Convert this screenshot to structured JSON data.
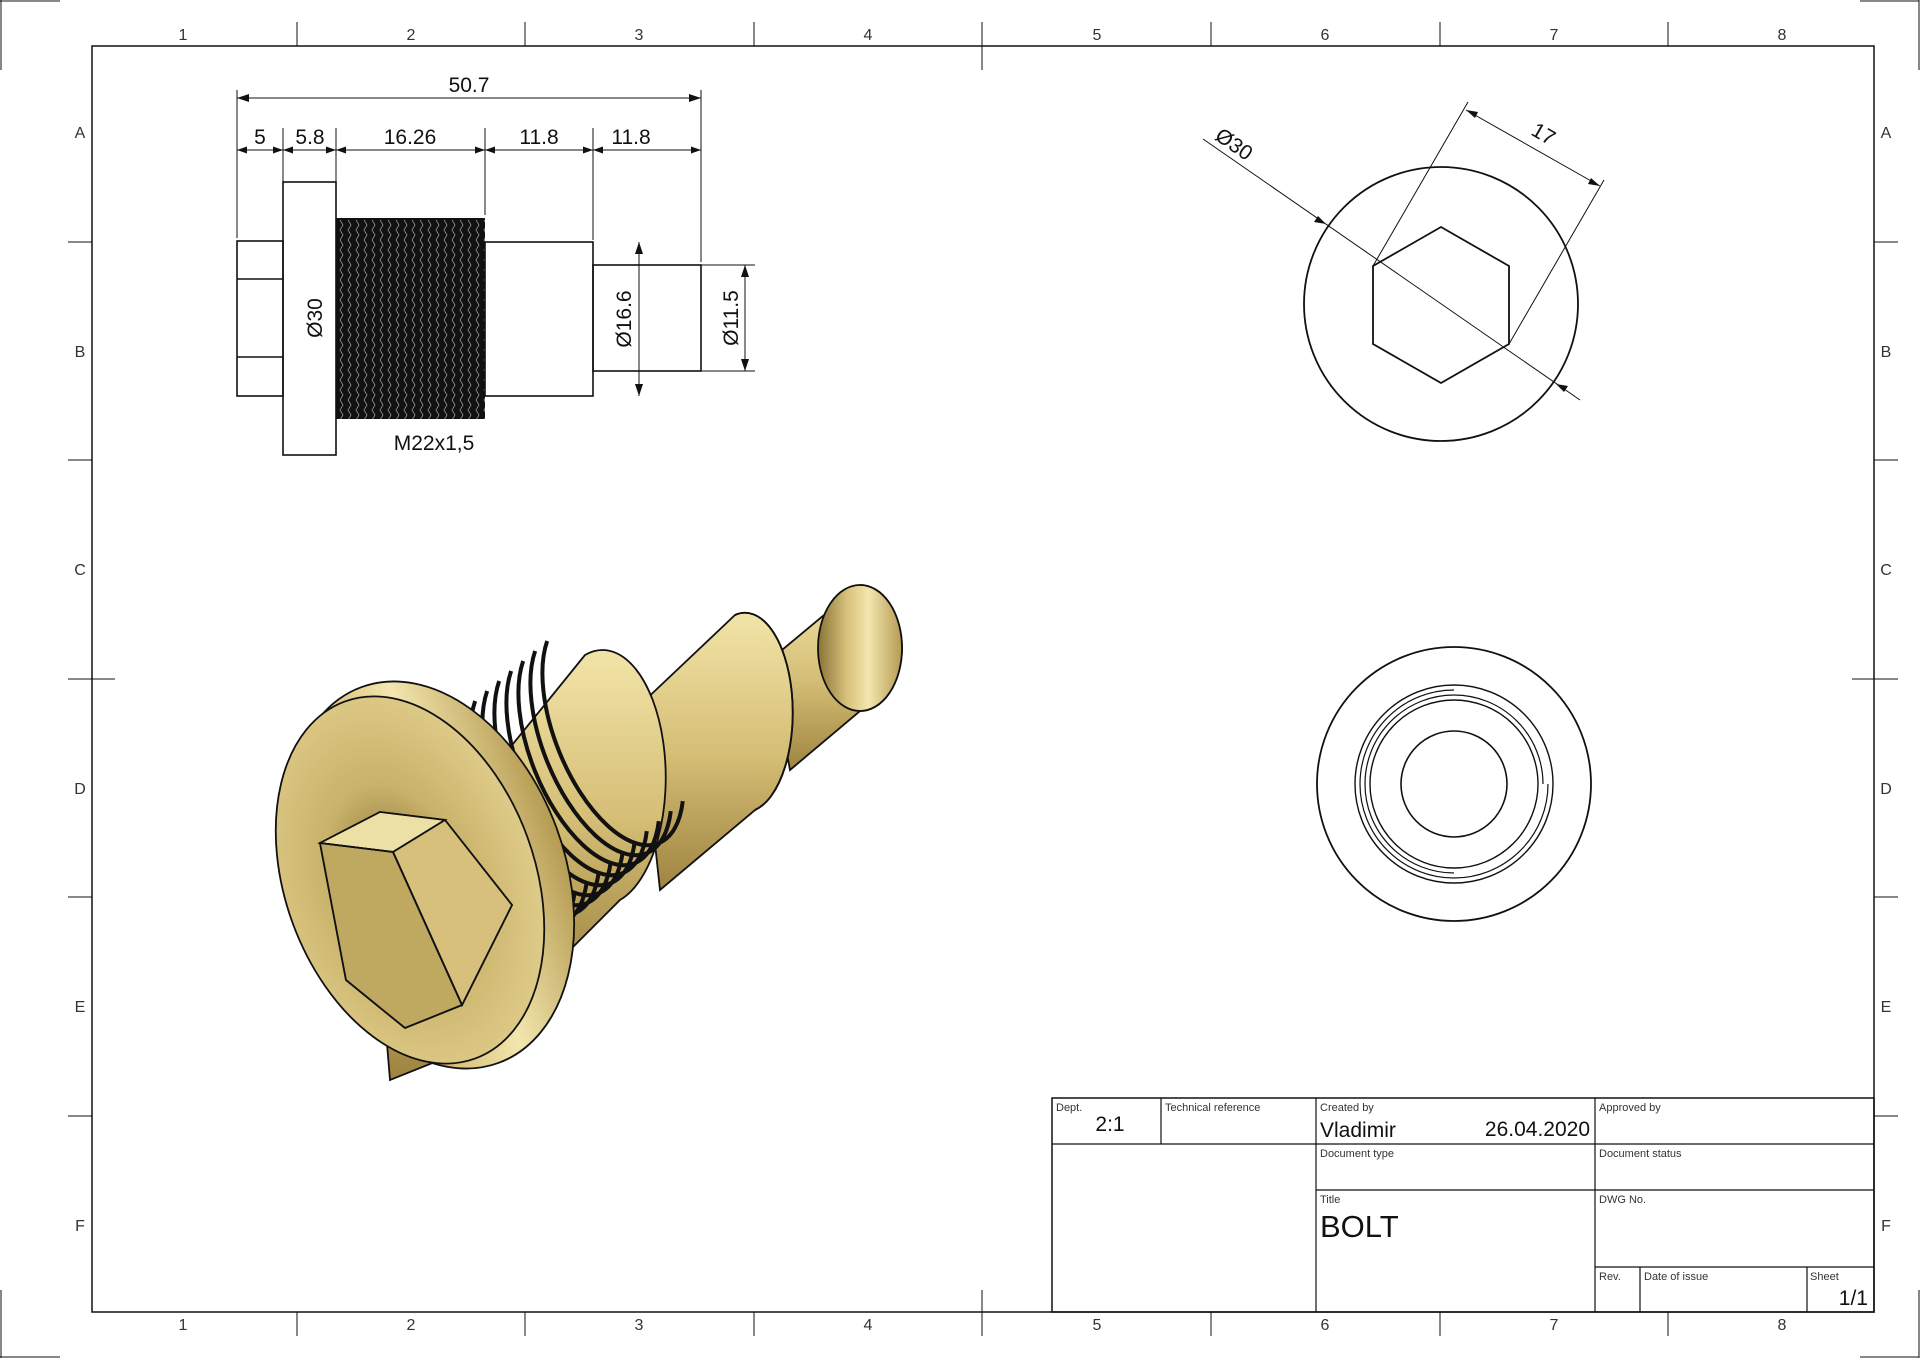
{
  "sheet": {
    "column_labels": [
      "1",
      "2",
      "3",
      "4",
      "5",
      "6",
      "7",
      "8"
    ],
    "row_labels": [
      "A",
      "B",
      "C",
      "D",
      "E",
      "F"
    ]
  },
  "front_view": {
    "dim_overall": "50.7",
    "dim_segments": [
      "5",
      "5.8",
      "16.26",
      "11.8",
      "11.8"
    ],
    "dia_flange": "Ø30",
    "dia_shoulder": "Ø16.6",
    "dia_pin": "Ø11.5",
    "thread_label": "M22x1,5"
  },
  "end_view_top": {
    "dia": "Ø30",
    "hex_across_flats": "17"
  },
  "colors": {
    "line": "#111111",
    "brass_light": "#f1e3a4",
    "brass_mid": "#d9c27a",
    "brass_dark": "#a68c45"
  },
  "title_block": {
    "dept_label": "Dept.",
    "scale": "2:1",
    "tech_ref_label": "Technical reference",
    "created_by_label": "Created by",
    "created_by": "Vladimir",
    "date": "26.04.2020",
    "approved_by_label": "Approved by",
    "doc_type_label": "Document type",
    "doc_status_label": "Document status",
    "title_label": "Title",
    "title": "BOLT",
    "dwg_no_label": "DWG No.",
    "rev_label": "Rev.",
    "date_issue_label": "Date of issue",
    "sheet_label": "Sheet",
    "sheet_value": "1/1"
  }
}
